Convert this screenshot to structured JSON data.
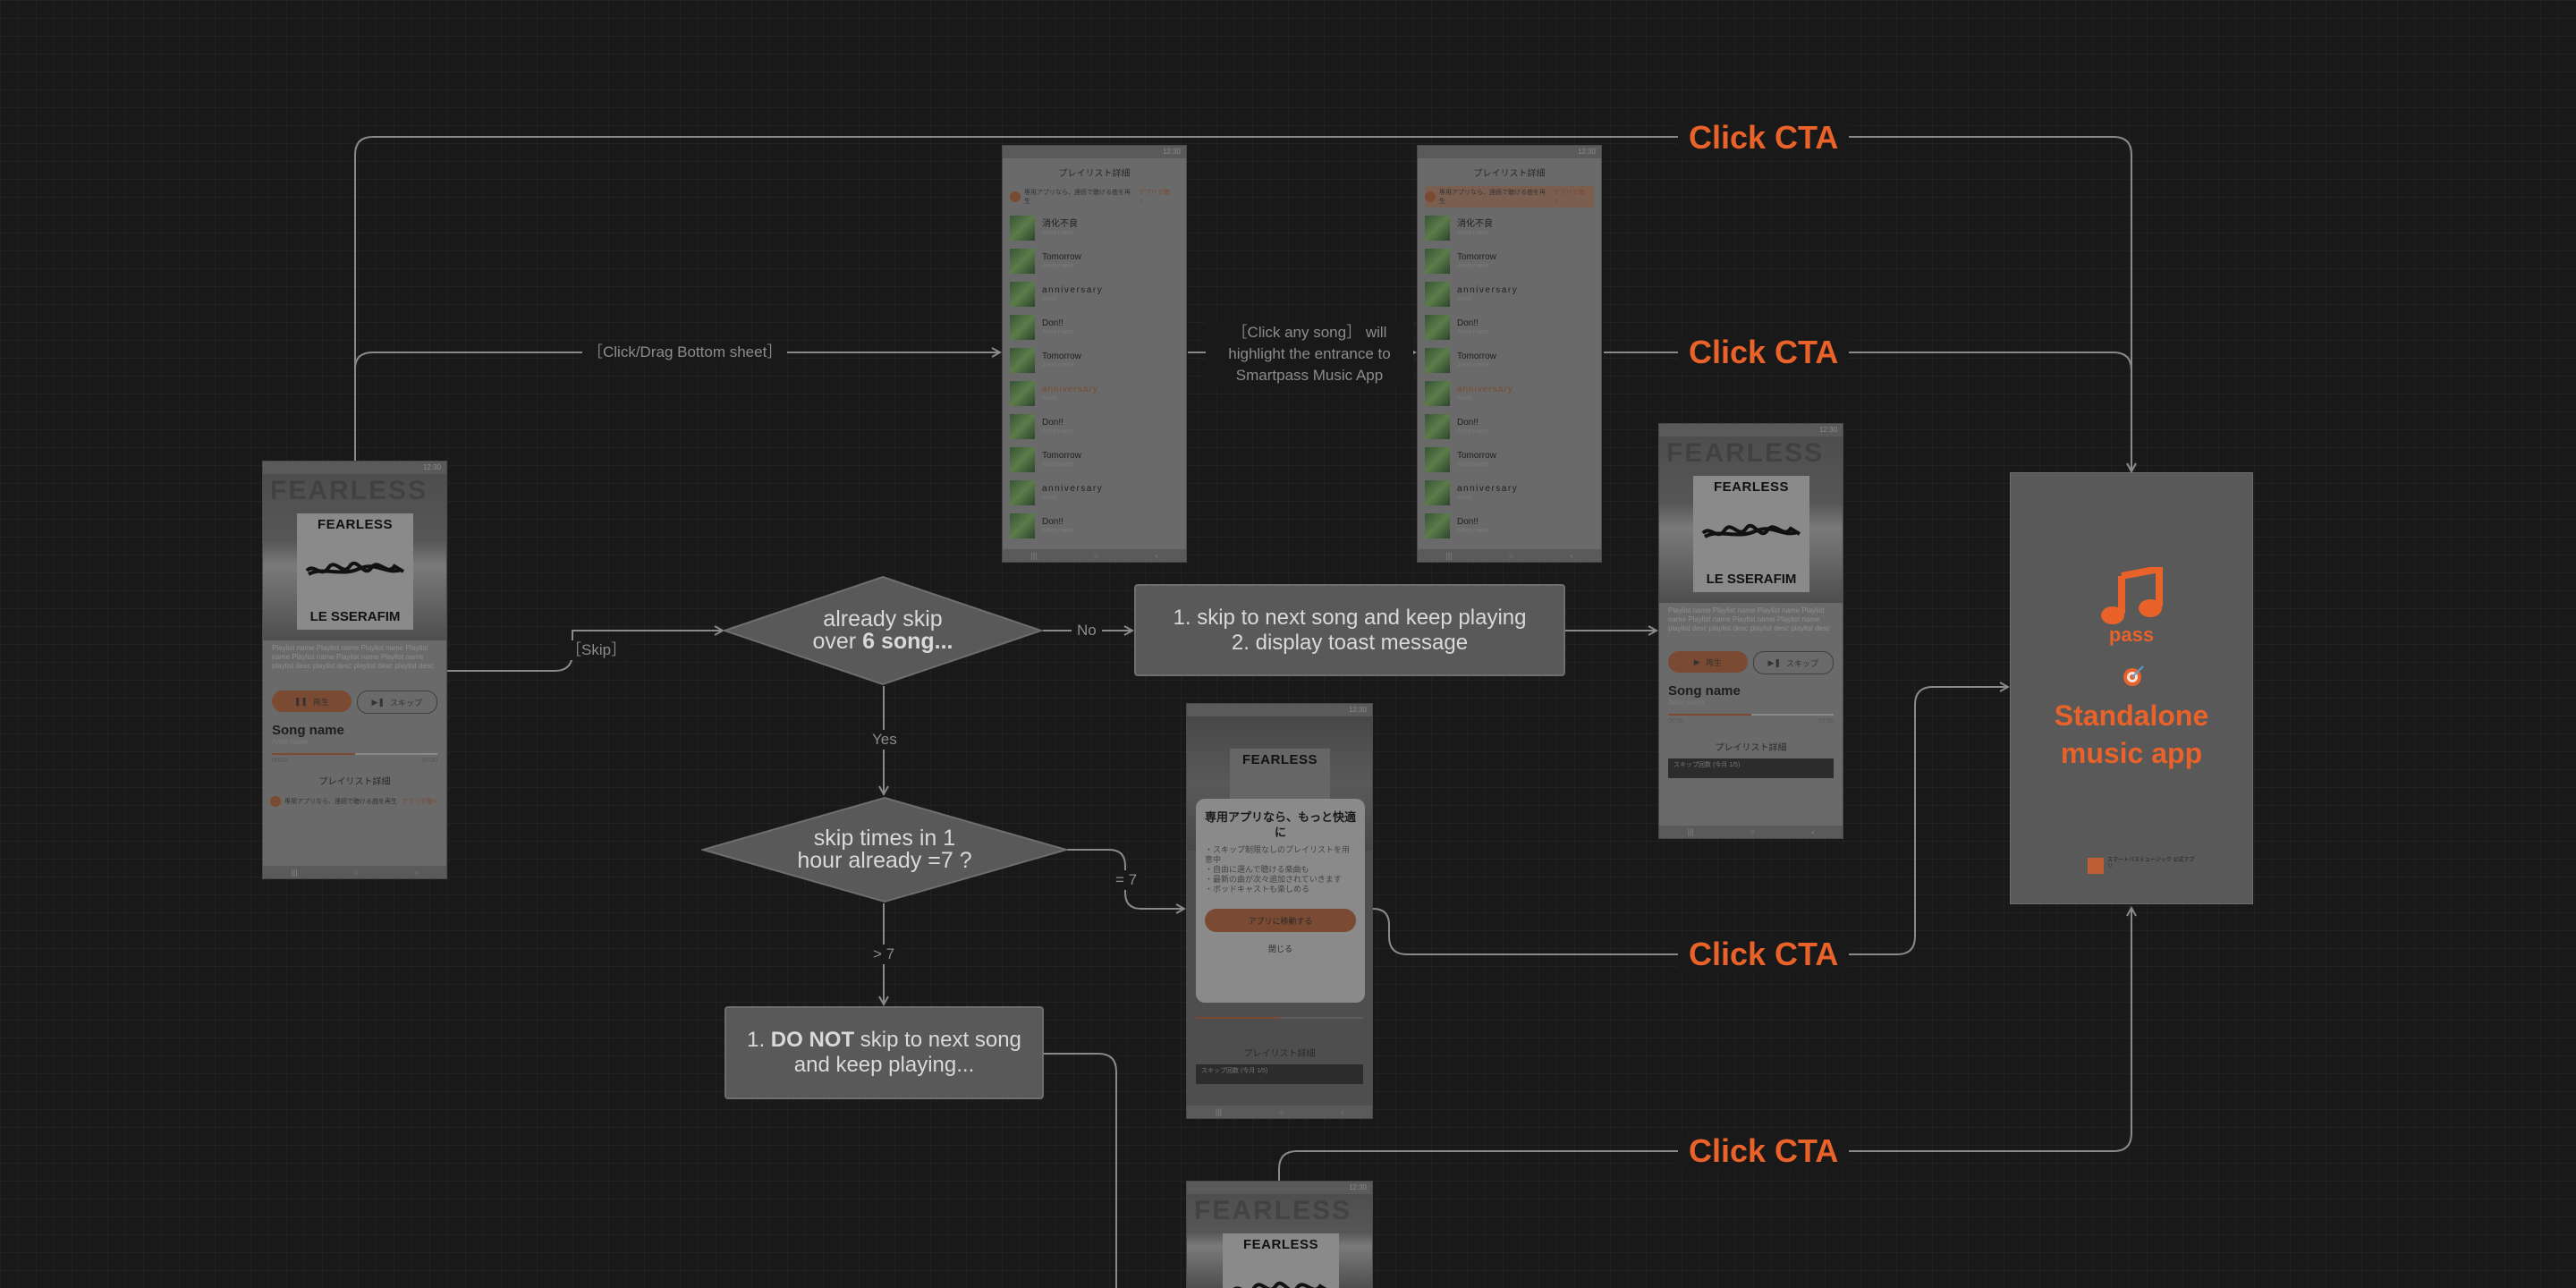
{
  "labels": {
    "cta": "Click CTA",
    "click_drag": "［Click/Drag Bottom sheet］",
    "click_any_song": "［Click any song］ will highlight the entrance to Smartpass Music App",
    "skip": "［Skip］",
    "no": "No",
    "yes": "Yes",
    "eq7": "= 7",
    "gt7": "> 7"
  },
  "decisions": {
    "d1_line1": "already skip",
    "d1_line2_prefix": "over ",
    "d1_line2_bold": "6 song...",
    "d2_line1": "skip times in 1",
    "d2_line2": "hour already =7 ?"
  },
  "processes": {
    "p1_line1": "1. skip to next song and keep playing",
    "p1_line2": "2. display toast message",
    "p2_prefix": "1. ",
    "p2_bold": "DO NOT",
    "p2_rest": " skip to next song",
    "p2_line2": "and keep playing..."
  },
  "player": {
    "ghost": "FEARLESS",
    "band": "FEARLESS",
    "artist_art": "LE SSERAFIM",
    "desc": "Playlist name Playlist name Playlist name Playlist name Playlist name Playlist name Playlist name playlist desc playlist desc playlist desc playlist desc",
    "play": "再生",
    "pause": "再生",
    "skip": "スキップ",
    "song": "Song name",
    "artist": "Artist name",
    "time_start": "00:00",
    "time_end": "00:00",
    "playlist_title": "プレイリスト詳細",
    "promo_text": "専用アプリなら、連続で聴ける曲を再生",
    "promo_link": "アプリで聴く",
    "progress_pct": 0.5
  },
  "playlist": {
    "header": "プレイリスト詳細",
    "banner_text": "専用アプリなら、連続で聴ける曲を再生",
    "banner_link": "アプリで聴く",
    "tracks": [
      {
        "title": "消化不良",
        "sub": "Artist name"
      },
      {
        "title": "Tomorrow",
        "sub": "Artist name"
      },
      {
        "title": "anniversary",
        "sub": "Artist"
      },
      {
        "title": "Don!!",
        "sub": "Artist name"
      },
      {
        "title": "Tomorrow",
        "sub": "Artist name"
      },
      {
        "title": "anniversary",
        "sub": "Artist"
      },
      {
        "title": "Don!!",
        "sub": "Artist name"
      },
      {
        "title": "Tomorrow",
        "sub": "Artist name"
      },
      {
        "title": "anniversary",
        "sub": "Artist"
      },
      {
        "title": "Don!!",
        "sub": "Artist name"
      }
    ]
  },
  "modal": {
    "title": "専用アプリなら、もっと快適に",
    "body": "・スキップ制限なしのプレイリストを用意中\n・自由に選んで聴ける楽曲も\n・最新の曲が次々追加されていきます\n・ポッドキャストも楽しめる",
    "cta": "アプリに移動する",
    "close": "閉じる",
    "toast": "スキップ回数 (今月 1/5)"
  },
  "standalone": {
    "pass": "pass",
    "title_line1": "Standalone",
    "title_line2": "music app",
    "footer": "スマートパスミュージック 公式アプリ"
  },
  "colors": {
    "accent": "#e8622a",
    "background": "#191919",
    "connector": "#8a8a8a"
  }
}
